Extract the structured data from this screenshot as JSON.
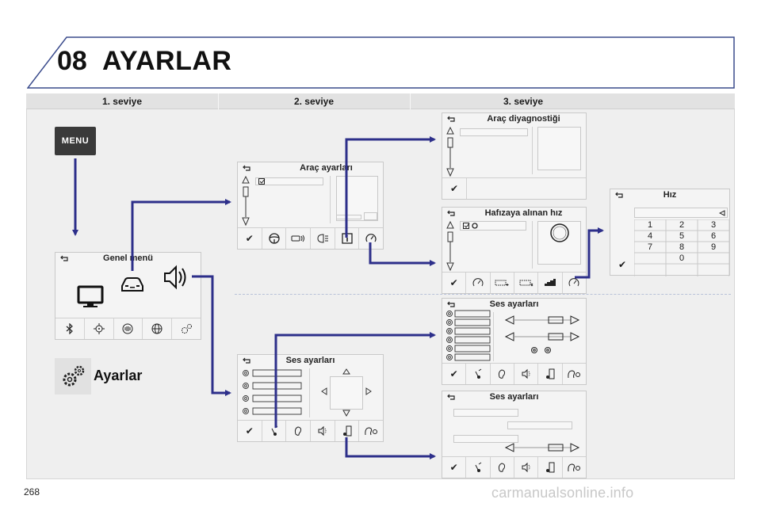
{
  "chapter": {
    "number": "08",
    "title": "AYARLAR"
  },
  "levels": [
    "1. seviye",
    "2. seviye",
    "3. seviye"
  ],
  "menu_button": {
    "label": "MENU"
  },
  "screens": {
    "general_menu": {
      "title": "Genel menü"
    },
    "vehicle_settings": {
      "title": "Araç ayarları"
    },
    "sound_settings_2": {
      "title": "Ses ayarları"
    },
    "vehicle_diagnostics": {
      "title": "Araç diyagnostiği"
    },
    "memorized_speed": {
      "title": "Hafızaya alınan hız"
    },
    "speed": {
      "title": "Hız",
      "keypad": [
        "1",
        "2",
        "3",
        "4",
        "5",
        "6",
        "7",
        "8",
        "9",
        "0"
      ]
    },
    "sound_settings_3a": {
      "title": "Ses ayarları"
    },
    "sound_settings_3b": {
      "title": "Ses ayarları"
    }
  },
  "settings": {
    "label": "Ayarlar"
  },
  "confirm_symbol": "✔",
  "page_number": "268",
  "watermark": "carmanualsonline.info",
  "colors": {
    "arrow": "#2d2f8a",
    "tab_border": "#3a4b8c"
  }
}
